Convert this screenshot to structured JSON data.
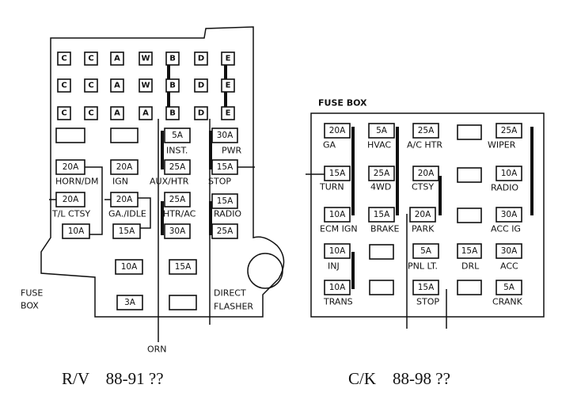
{
  "left_box": {
    "letters": [
      [
        "C",
        "C",
        "A",
        "W",
        "B",
        "D",
        "E"
      ],
      [
        "C",
        "C",
        "A",
        "W",
        "B",
        "D",
        "E"
      ],
      [
        "C",
        "C",
        "A",
        "A",
        "B",
        "D",
        "E"
      ]
    ],
    "fuses": [
      "5A",
      "30A",
      "20A",
      "20A",
      "25A",
      "15A",
      "20A",
      "15A",
      "20A",
      "25A",
      "10A",
      "15A",
      "30A",
      "25A",
      "10A",
      "15A",
      "3A"
    ],
    "labels": [
      "INST.",
      "PWR",
      "HORN/DM",
      "IGN",
      "AUX/HTR",
      "STOP",
      "T/L CTSY",
      "GA./IDLE",
      "HTR/AC",
      "RADIO",
      "FUSE",
      "BOX",
      "DIRECT",
      "FLASHER",
      "ORN"
    ]
  },
  "right_box": {
    "title": "FUSE BOX",
    "fuses": [
      "20A",
      "5A",
      "25A",
      "25A",
      "15A",
      "25A",
      "20A",
      "10A",
      "10A",
      "15A",
      "20A",
      "30A",
      "10A",
      "5A",
      "15A",
      "30A",
      "10A",
      "15A",
      "5A"
    ],
    "labels": [
      "GA",
      "HVAC",
      "A/C HTR",
      "WIPER",
      "TURN",
      "4WD",
      "CTSY",
      "RADIO",
      "ECM IGN",
      "BRAKE",
      "PARK",
      "ACC IG",
      "INJ",
      "PNL LT.",
      "DRL",
      "ACC",
      "TRANS",
      "STOP",
      "CRANK"
    ]
  },
  "captions": [
    "R/V    88-91 ??",
    "C/K    88-98 ??"
  ]
}
